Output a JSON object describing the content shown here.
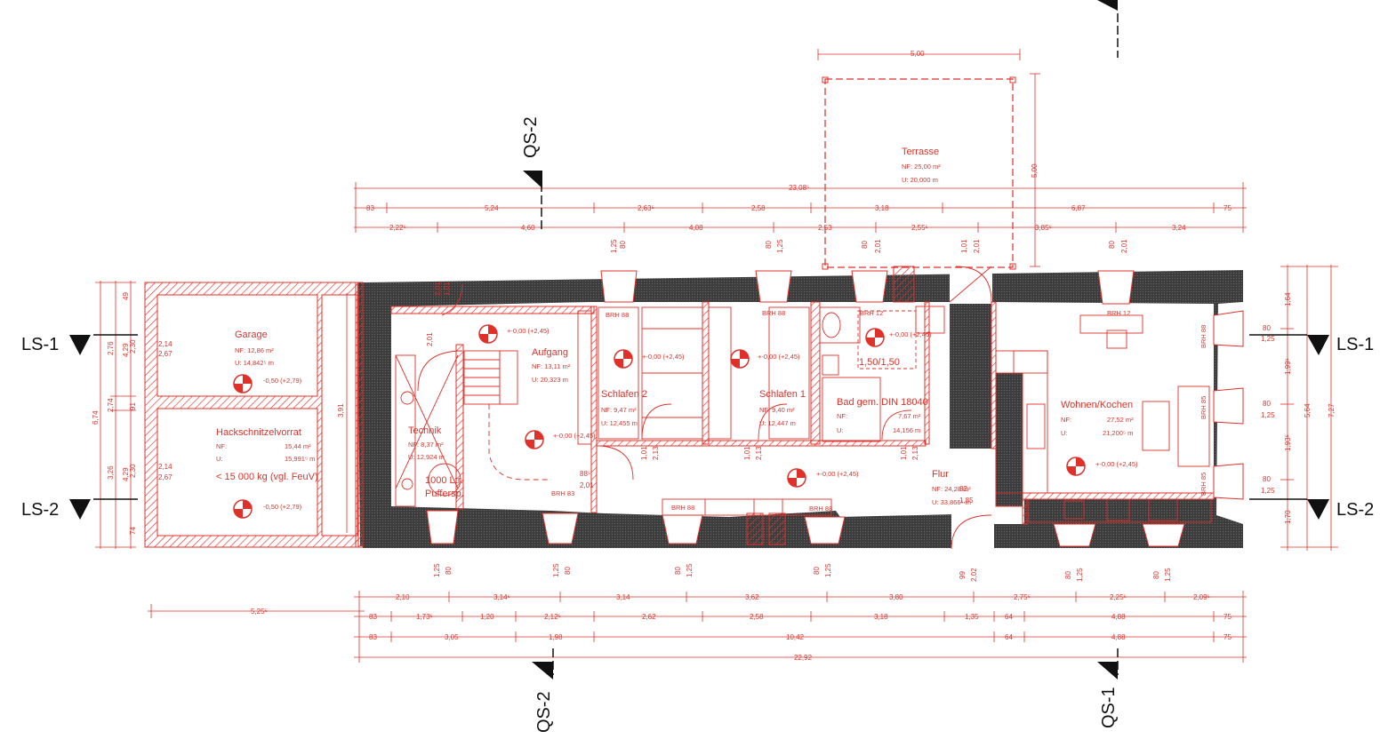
{
  "colors": {
    "line": "#e0302a",
    "text": "#d8342c",
    "wall": "#3a3a3a",
    "section": "#111111"
  },
  "sections": {
    "qs2_top": "QS-2",
    "qs2_bottom": "QS-2",
    "qs1_bottom": "QS-1",
    "ls1_left": "LS-1",
    "ls1_right": "LS-1",
    "ls2_left": "LS-2",
    "ls2_right": "LS-2"
  },
  "rooms": {
    "terrasse": {
      "name": "Terrasse",
      "nf": "NF: 25,00 m²",
      "u": "U: 20,000 m"
    },
    "garage": {
      "name": "Garage",
      "nf": "NF: 12,86 m²",
      "u": "U: 14,842⁵ m",
      "level": "-0,50 (+2,79)"
    },
    "hack": {
      "name": "Hackschnitzelvorrat",
      "nf_label": "NF:",
      "nf": "15,44 m²",
      "u_label": "U:",
      "u": "15,991⁵ m",
      "note": "< 15 000 kg (vgl. FeuV)",
      "level": "-0,50 (+2,79)"
    },
    "technik": {
      "name": "Technik",
      "nf": "NF: 8,37 m²",
      "u": "U: 12,924 m",
      "tank1": "1000 Ltr.",
      "tank2": "Puffersp."
    },
    "aufgang": {
      "name": "Aufgang",
      "nf": "NF: 13,11 m²",
      "u": "U: 20,323 m",
      "level": "+-0,00 (+2,45)",
      "level2": "+-0,00 (+2,45)"
    },
    "schlafen2": {
      "name": "Schlafen 2",
      "nf": "NF: 9,47 m²",
      "u": "U: 12,455 m",
      "level": "+-0,00 (+2,45)"
    },
    "schlafen1": {
      "name": "Schlafen 1",
      "nf": "NF: 9,40 m²",
      "u": "U: 12,447 m",
      "level": "+-0,00 (+2,45)"
    },
    "bad": {
      "name": "Bad gem. DIN 18040",
      "nf_label": "NF:",
      "nf": "7,67 m²",
      "u_label": "U:",
      "u": "14,156 m",
      "level": "+-0,00 (+2,45)",
      "turn": "1,50/1,50"
    },
    "flur": {
      "name": "Flur",
      "nf": "NF: 24,28 m²",
      "u": "U: 33,866⁵ m",
      "level": "+-0,00 (+2,45)"
    },
    "wohnen": {
      "name": "Wohnen/Kochen",
      "nf_label": "NF:",
      "nf": "27,52 m²",
      "u_label": "U:",
      "u": "21,200⁵ m",
      "level": "+-0,00 (+2,45)"
    }
  },
  "brh": {
    "b1": "BRH 88",
    "b2": "BRH 88",
    "b3": "BRH 12",
    "b4": "BRH 12",
    "b5": "BRH 88",
    "b6": "BRH 85",
    "b7": "BRH 85",
    "b8": "BRH 83",
    "b9": "BRH 88",
    "b10": "BRH 88"
  },
  "dims_top": {
    "terr_w": "5,00",
    "terr_h": "5,00",
    "total": "23,08⁵",
    "r2": [
      "83",
      "5,24",
      "2,63⁵",
      "2,58",
      "3,18",
      "6,87",
      "75"
    ],
    "r3": [
      "2,22⁵",
      "4,60",
      "4,08",
      "2,53",
      "2,55⁵",
      "3,85⁵",
      "3,24"
    ],
    "win": [
      "1,25",
      "80",
      "80",
      "1,25",
      "80",
      "2,01",
      "1,01",
      "2,01",
      "80",
      "2,01"
    ]
  },
  "dims_bottom": {
    "r1": [
      "2,10",
      "3,14⁵",
      "3,14",
      "3,62",
      "3,80",
      "2,75⁵",
      "2,25⁵",
      "2,09⁵"
    ],
    "r2": [
      "83",
      "1,73⁵",
      "1,20",
      "2,12⁵",
      "2,62",
      "2,58",
      "3,18",
      "1,35",
      "64",
      "4,88",
      "75"
    ],
    "r3": [
      "83",
      "3,05",
      "1,98",
      "10,42",
      "64",
      "4,88",
      "75"
    ],
    "total": "22,92",
    "garage_w": "5,25⁵",
    "win": [
      "1,25",
      "80",
      "1,25",
      "80",
      "80",
      "1,25",
      "80",
      "1,25",
      "99",
      "2,02",
      "80",
      "1,25",
      "80",
      "1,25"
    ]
  },
  "dims_left": {
    "outer": "6,74",
    "mid": [
      "2,76",
      "2,74",
      "3,26"
    ],
    "inner": [
      "4,29",
      "2,30",
      "2,30",
      "4,29"
    ],
    "small": [
      "49",
      "91",
      "74"
    ],
    "door_a": "2,14",
    "door_b": "2,67",
    "door_c": "2,14",
    "door_d": "2,67",
    "inner_v": "3,91"
  },
  "dims_right": {
    "outer": "7,27",
    "mid": "5,64",
    "parts": [
      "1,64",
      "1,99⁵",
      "1,93⁵",
      "1,70"
    ],
    "win": [
      "80",
      "1,25",
      "80",
      "1,25",
      "80",
      "1,25"
    ]
  },
  "misc": {
    "d1": "1,01",
    "d2": "2,01",
    "d3": "88⁵",
    "d4": "2,01",
    "d5": "82",
    "d6": "1,85",
    "d7": "1,01",
    "d8": "2,13",
    "d9": "1,01",
    "d10": "2,13",
    "d11": "1,01",
    "d12": "2,13",
    "d13": "2,01"
  }
}
